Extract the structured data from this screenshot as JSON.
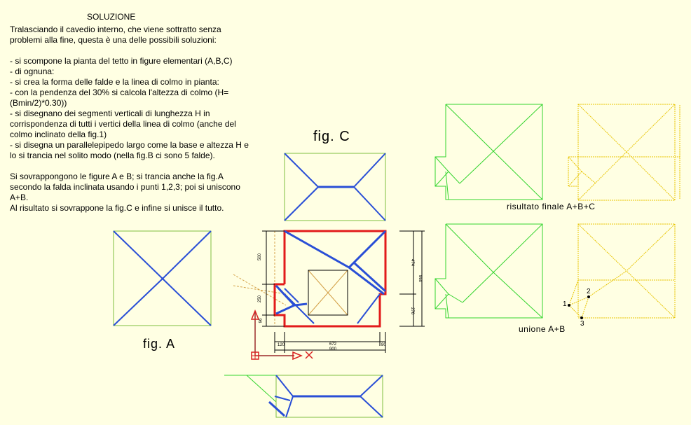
{
  "solution": {
    "title": "SOLUZIONE",
    "lines": [
      "Tralasciando il cavedio interno, che viene sottratto senza",
      "problemi alla fine, questa è una delle possibili soluzioni:",
      "",
      "- si scompone la pianta del tetto in figure elementari (A,B,C)",
      "- di ognuna:",
      "- si crea la forma delle falde e la linea di colmo in pianta:",
      "- con la pendenza del 30% si calcola l'altezza di colmo (H=",
      "(Bmin/2)*0.30))",
      "- si disegnano dei segmenti verticali di lunghezza H in",
      "corrispondenza di tutti i vertici della linea di colmo (anche del",
      "colmo inclinato della fig.1)",
      "- si disegna un parallelepipedo largo come la base e altezza H e",
      "lo si trancia nel solito modo (nella fig.B ci sono 5 falde).",
      "",
      "Si sovrappongono le figure A e B; si trancia anche la fig.A",
      "secondo la falda inclinata usando i punti 1,2,3; poi si uniscono",
      "A+B.",
      "Al risultato si sovrappone la fig.C e infine si unisce il tutto."
    ]
  },
  "labels": {
    "fig_a": "fig. A",
    "fig_c": "fig. C",
    "result": "risultato finale A+B+C",
    "union": "unione A+B",
    "point_1": "1",
    "point_2": "2",
    "point_3": "3"
  },
  "dimensions": {
    "left_top": "500",
    "left_mid": "250",
    "left_bot": "96",
    "right_top": "474",
    "right_all": "860",
    "right_bot": "276",
    "bottom_left": "120",
    "bottom_mid": "672",
    "bottom_total": "900",
    "bottom_right": "80"
  },
  "colors": {
    "background": "#ffffe3",
    "outline": "#7fbf3f",
    "ridge": "#2a4fd6",
    "cut": "#e21b1b",
    "green": "#33d42e",
    "yellow": "#e8c400",
    "construction": "#d4a24a",
    "ucs": "#d92020",
    "ucs_axis": "#9b2a2a",
    "dim": "#000000"
  }
}
